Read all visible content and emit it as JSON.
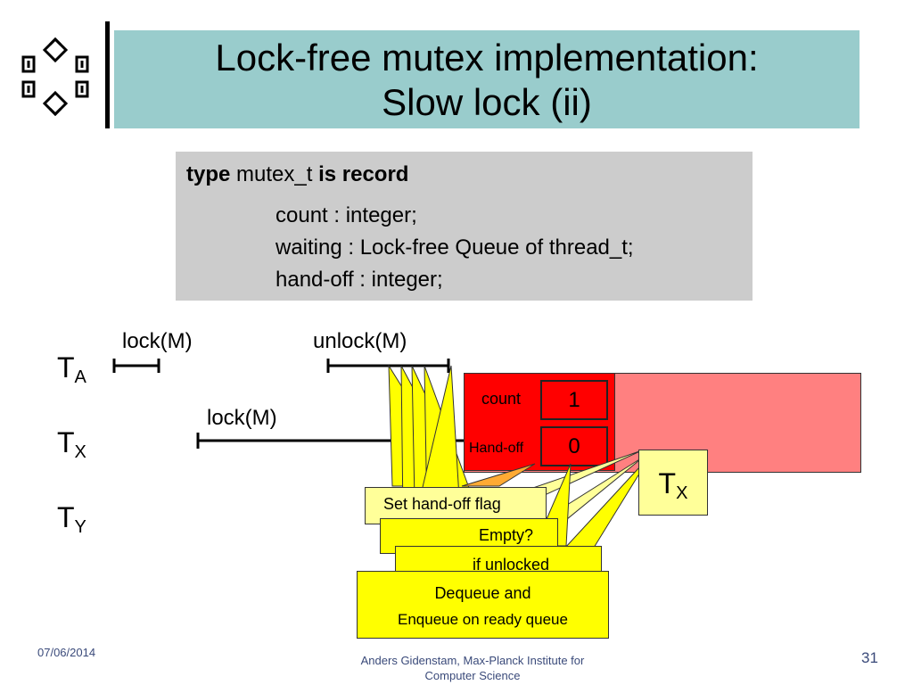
{
  "slide": {
    "title_line1": "Lock-free mutex implementation:",
    "title_line2": "Slow lock (ii)"
  },
  "code": {
    "kw_type": "type",
    "type_name": " mutex_t ",
    "kw_is_record": "is record",
    "field1": "count : integer;",
    "field2": "waiting : Lock-free Queue of thread_t;",
    "field3": "hand-off : integer;"
  },
  "threads": {
    "ta": {
      "main": "T",
      "sub": "A"
    },
    "tx": {
      "main": "T",
      "sub": "X"
    },
    "ty": {
      "main": "T",
      "sub": "Y"
    }
  },
  "timeline": {
    "ta_lock": "lock(M)",
    "ta_unlock": "unlock(M)",
    "tx_lock": "lock(M)"
  },
  "mutex": {
    "count_label": "count",
    "count_value": "1",
    "handoff_label": "Hand-off",
    "handoff_value": "0"
  },
  "waiting_thread": {
    "main": "T",
    "sub": "X"
  },
  "callouts": {
    "set_handoff": "Set hand-off flag",
    "empty": "Empty?",
    "if_unlocked": "if unlocked",
    "dequeue_line1": "Dequeue and",
    "dequeue_line2": "Enqueue on ready queue"
  },
  "footer": {
    "date": "07/06/2014",
    "author_line1": "Anders Gidenstam, Max-Planck Institute for",
    "author_line2": "Computer Science",
    "page": "31"
  },
  "colors": {
    "title_bg": "#99cccc",
    "code_bg": "#cccccc",
    "mutex_red": "#ff0000",
    "mutex_pink": "#ff8080",
    "callout_yellow": "#ffff00",
    "callout_pale": "#ffff99",
    "footer_text": "#3a4a7a"
  }
}
